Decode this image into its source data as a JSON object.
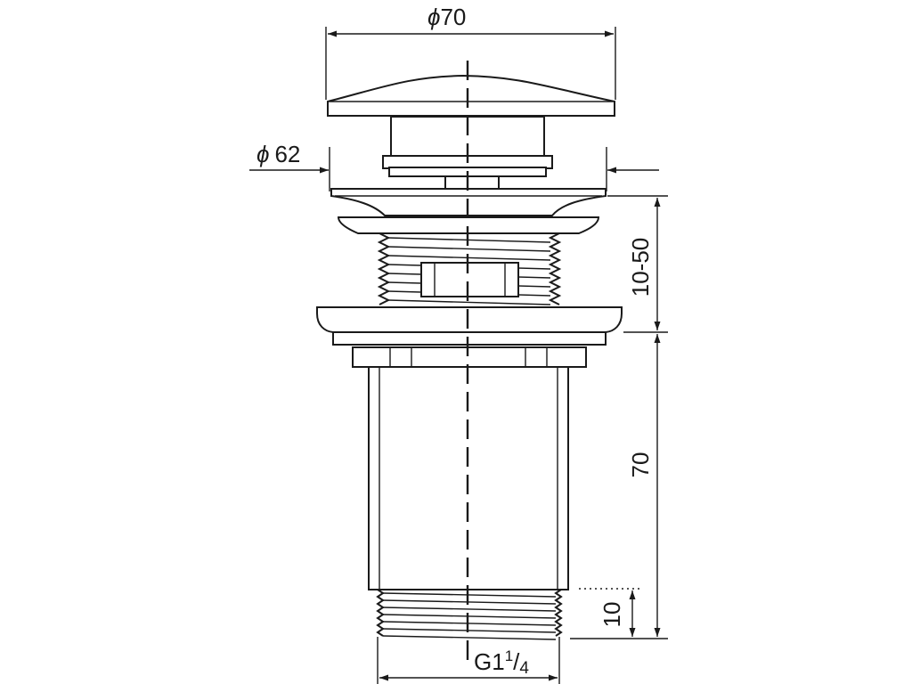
{
  "dimensions": {
    "cap_diameter": {
      "symbol": "ϕ",
      "value": "70"
    },
    "flange_diameter": {
      "symbol": "ϕ",
      "value": "62"
    },
    "clamping_range": "10-50",
    "body_length": "70",
    "thread_length": "10",
    "thread_size": {
      "prefix": "G1",
      "numerator": "1",
      "denominator": "4"
    }
  },
  "colors": {
    "line": "#1a1a1a",
    "background": "#ffffff"
  }
}
